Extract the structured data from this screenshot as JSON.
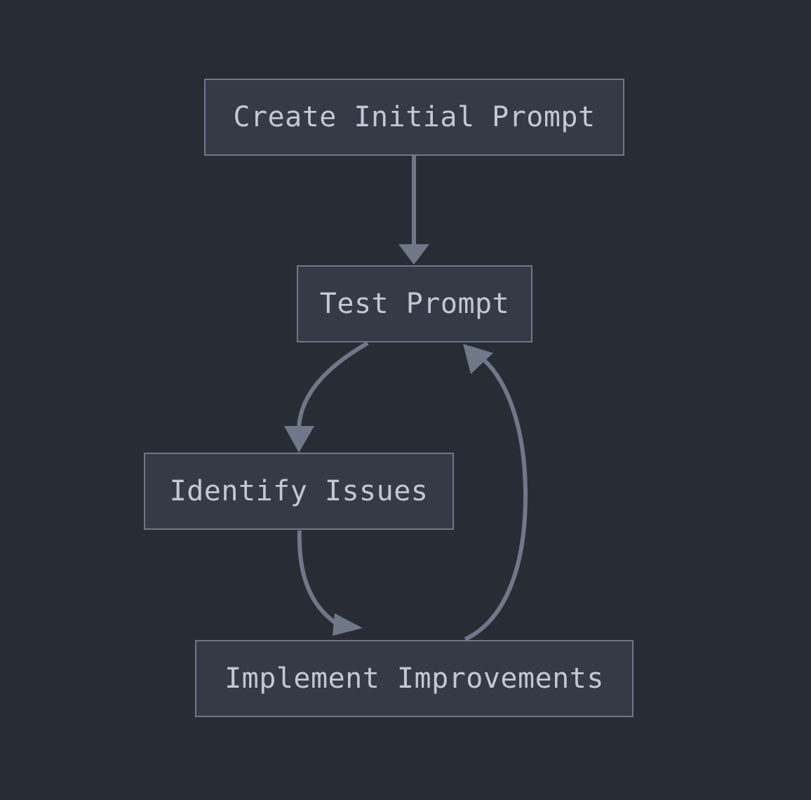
{
  "diagram": {
    "type": "flowchart",
    "direction": "top-down",
    "background_color": "#282c35",
    "node_fill_color": "#343a46",
    "node_border_color": "#6f7789",
    "node_text_color": "#c3c7d4",
    "edge_color": "#6f7789",
    "nodes": [
      {
        "id": "create",
        "label": "Create Initial Prompt"
      },
      {
        "id": "test",
        "label": "Test Prompt"
      },
      {
        "id": "issues",
        "label": "Identify Issues"
      },
      {
        "id": "improve",
        "label": "Implement Improvements"
      }
    ],
    "edges": [
      {
        "from": "create",
        "to": "test",
        "style": "straight",
        "arrow": "end"
      },
      {
        "from": "test",
        "to": "issues",
        "style": "curved",
        "arrow": "end"
      },
      {
        "from": "issues",
        "to": "improve",
        "style": "curved",
        "arrow": "end"
      },
      {
        "from": "improve",
        "to": "test",
        "style": "curved",
        "arrow": "end"
      }
    ]
  }
}
